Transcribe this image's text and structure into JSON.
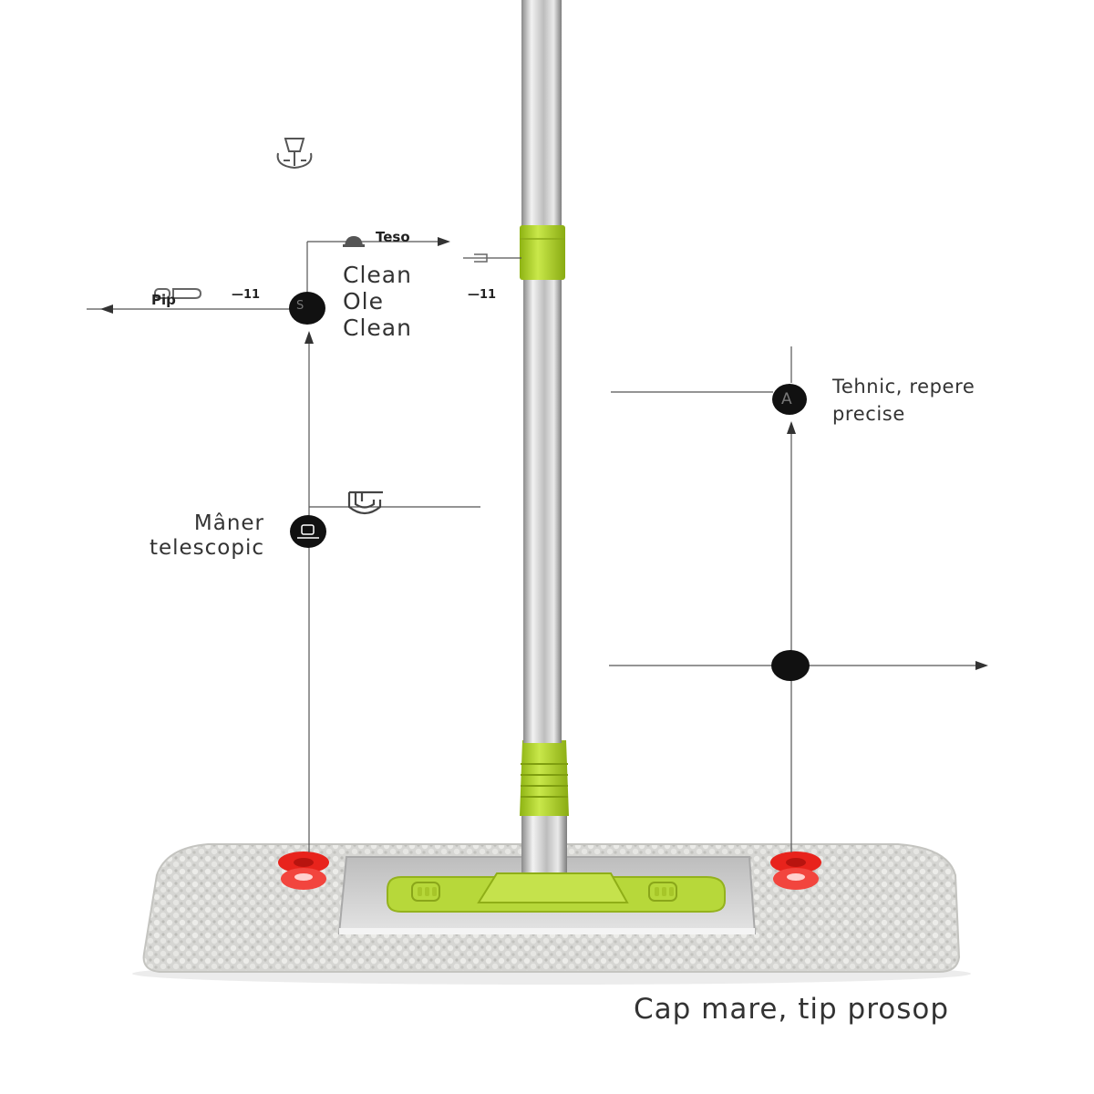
{
  "labels": {
    "teso": "Teso",
    "clean_block": [
      "Clean",
      "Ole",
      "Clean"
    ],
    "pip": "Pip",
    "dash_left": "—11",
    "dash_right": "—11",
    "handle": [
      "Mâner",
      "telescopic"
    ],
    "technical": [
      "Tehnic, repere",
      "precise"
    ],
    "caption": "Cap mare, tip prosop",
    "marker_s": "S",
    "marker_a": "A"
  },
  "icons": {
    "top_decor": "mop-holder-icon",
    "teso_small": "hat-icon",
    "pip_logo": "pip-logo-icon",
    "waves": "waves-badge-icon",
    "connector": "connector-icon",
    "handle_marker": "handle-marker-icon"
  },
  "colors": {
    "accent_green": "#b4d62e",
    "dot_red": "#e8231c",
    "steel": "#c8c8c8",
    "pad_grey": "#d9d9d6",
    "marker_black": "#111111"
  }
}
